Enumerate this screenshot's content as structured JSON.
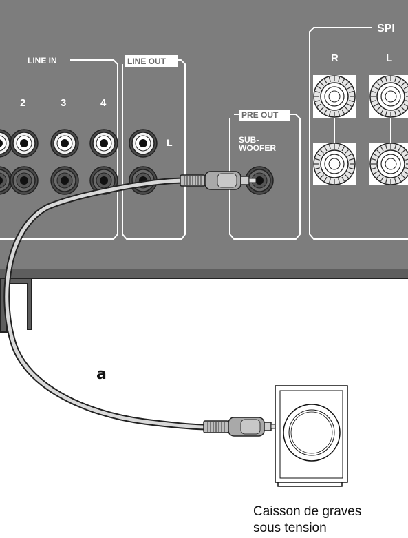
{
  "panel": {
    "line_in": {
      "title": "LINE IN",
      "channels": [
        "2",
        "3",
        "4"
      ]
    },
    "line_out": {
      "title": "LINE OUT",
      "channel": "L"
    },
    "pre_out": {
      "title": "PRE OUT",
      "port_line1": "SUB-",
      "port_line2": "WOOFER"
    },
    "speakers": {
      "title": "SPI",
      "channels": [
        "R",
        "L"
      ]
    }
  },
  "cable": {
    "letter": "a"
  },
  "device": {
    "caption_line1": "Caisson de graves",
    "caption_line2": "sous tension"
  },
  "colors": {
    "panel": "#7c7c7c",
    "panel_dark": "#555555",
    "jack_white": "#f2f2f2",
    "cable": "#d9d9d9"
  }
}
